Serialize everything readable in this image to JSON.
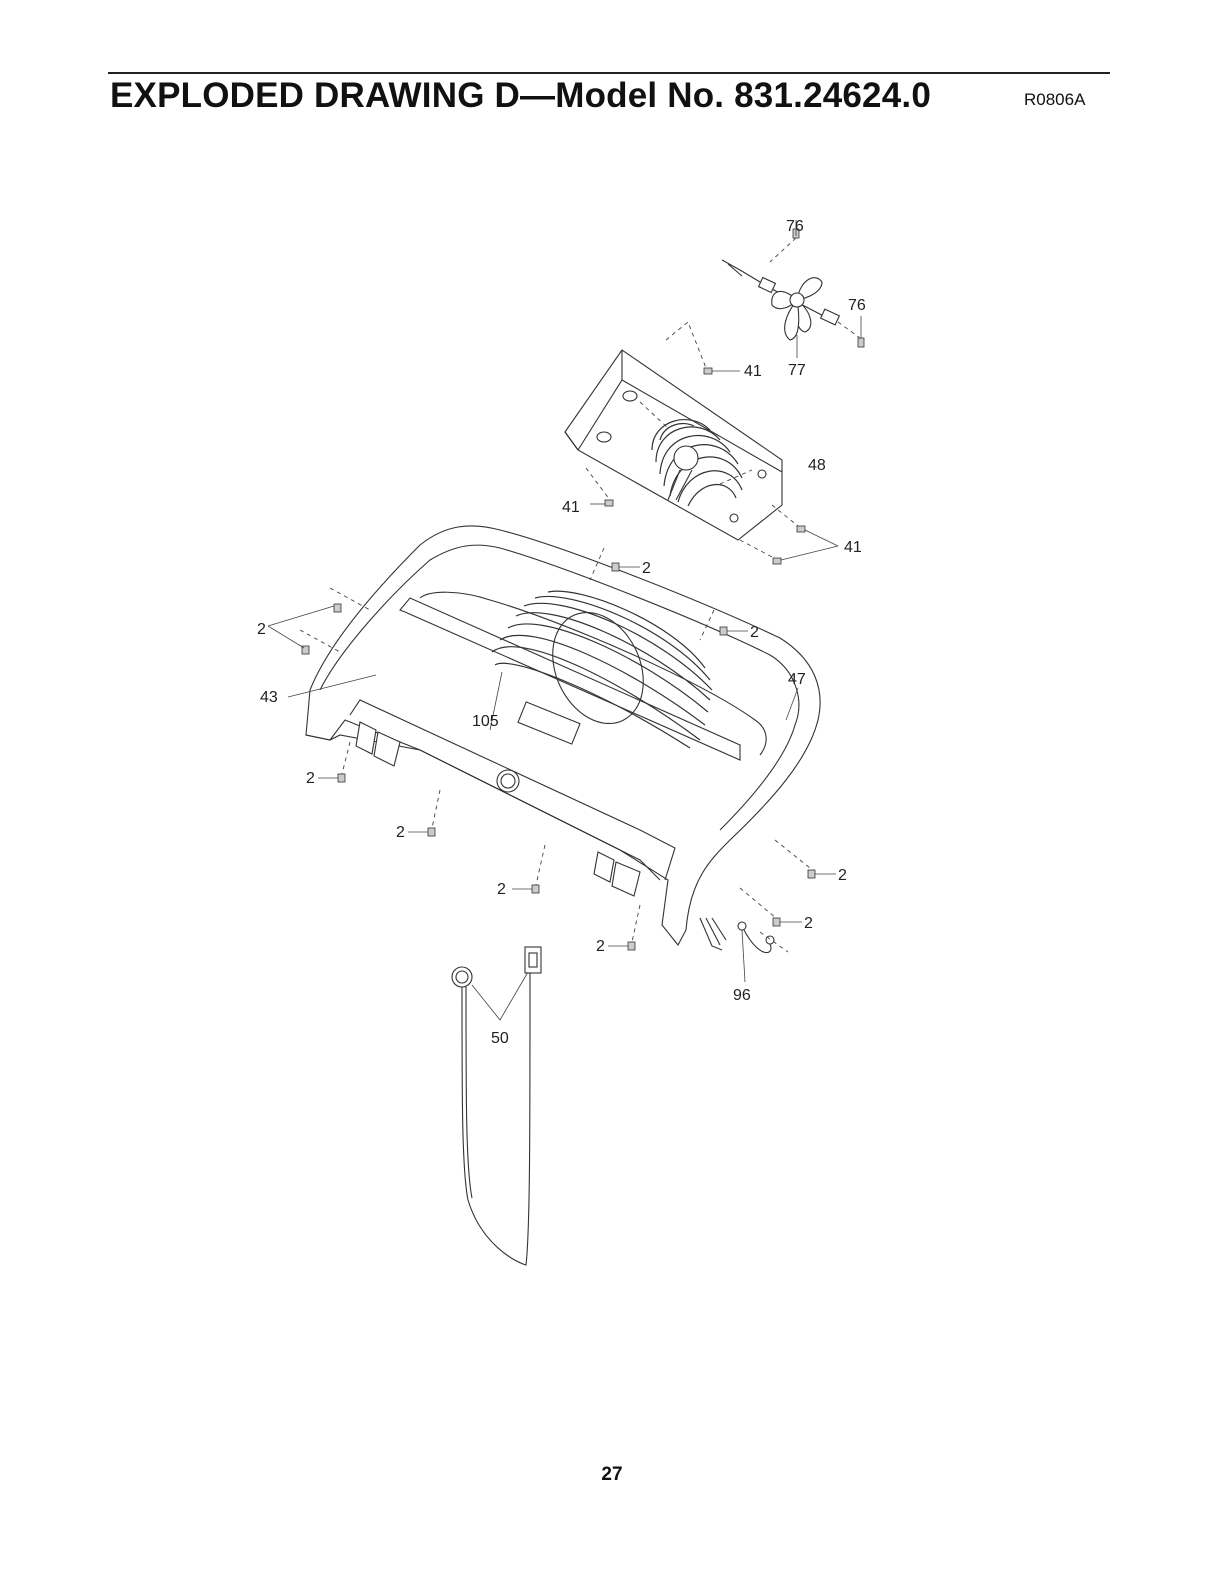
{
  "header": {
    "title": "EXPLODED DRAWING D—Model No. 831.24624.0",
    "drawing_code": "R0806A"
  },
  "footer": {
    "page_number": "27"
  },
  "callouts": {
    "c76a": "76",
    "c76b": "76",
    "c77": "77",
    "c41a": "41",
    "c48": "48",
    "c41b": "41",
    "c41c": "41",
    "c2a": "2",
    "c2b": "2",
    "c2c": "2",
    "c43": "43",
    "c105": "105",
    "c47": "47",
    "c2d": "2",
    "c2e": "2",
    "c2f": "2",
    "c2g": "2",
    "c2h": "2",
    "c2i": "2",
    "c96": "96",
    "c50": "50"
  }
}
